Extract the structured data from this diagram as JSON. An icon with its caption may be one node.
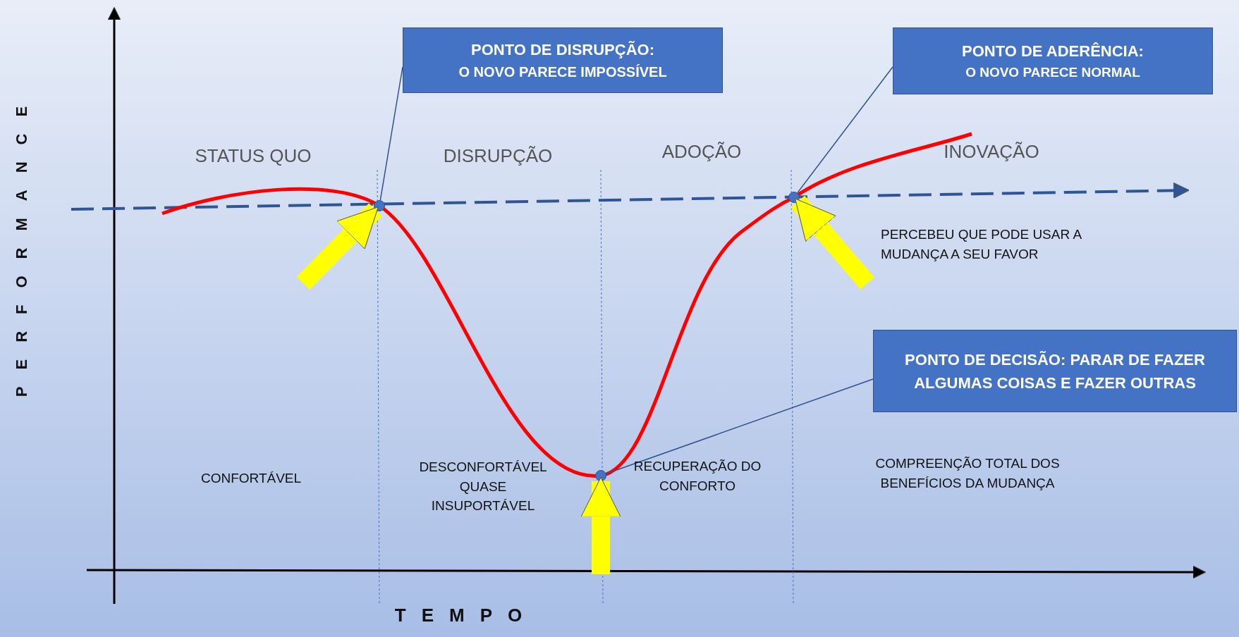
{
  "diagram": {
    "nodes": [
      {
        "text": [
          "PONTO DE DISRUPÇÃO:",
          "O NOVO PARECE IMPOSSÍVEL"
        ]
      },
      {
        "text": [
          "PONTO DE ADERÊNCIA:",
          "O NOVO PARECE NORMAL"
        ]
      },
      {
        "text": [
          "PONTO DE DECISÃO: PARAR DE FAZER ALGUMAS COISAS E FAZER OUTRAS"
        ]
      },
      {
        "text": [],
        "shape": "circle"
      },
      {
        "text": [],
        "shape": "circle"
      },
      {
        "text": [],
        "shape": "circle"
      }
    ],
    "edges": [
      {
        "from": 0,
        "to": 3,
        "arrow": "none"
      },
      {
        "from": 1,
        "to": 4,
        "arrow": "none"
      },
      {
        "from": 2,
        "to": 5,
        "arrow": "none"
      },
      {
        "from": null,
        "to": 3,
        "arrow": "to",
        "style": "thick",
        "color": "#ffff00"
      },
      {
        "from": null,
        "to": 4,
        "arrow": "to",
        "style": "thick",
        "color": "#ffff00"
      },
      {
        "from": null,
        "to": 5,
        "arrow": "to",
        "style": "thick",
        "color": "#ffff00"
      }
    ],
    "labels": [
      "PERFORMANCE",
      "STATUS QUO",
      "DISRUPÇÃO",
      "ADOÇÃO",
      "INOVAÇÃO",
      "PERCEBEU QUE PODE USAR A MUDANÇA A SEU FAVOR",
      "CONFORTÁVEL",
      "DESCONFORTÁVEL QUASE INSUPORTÁVEL",
      "RECUPERAÇÃO DO CONFORTO",
      "COMPREENÇÃO TOTAL DOS BENEFÍCIOS DA MUDANÇA",
      "TEMPO"
    ]
  }
}
